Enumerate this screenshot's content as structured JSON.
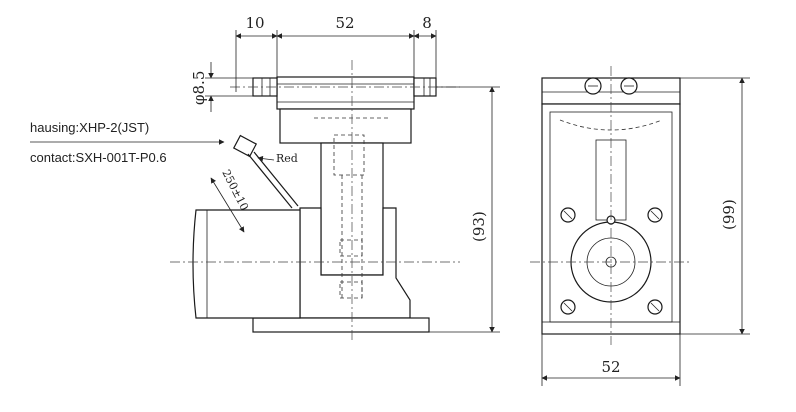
{
  "notes": {
    "housing": "hausing:XHP-2(JST)",
    "contact": "contact:SXH-001T-P0.6"
  },
  "wire": {
    "color_label": "Red",
    "length_label": "250±10"
  },
  "dimensions": {
    "top_left": "10",
    "top_middle": "52",
    "top_right": "8",
    "port_diameter": "φ8.5",
    "front_height": "(93)",
    "side_height": "(99)",
    "side_width": "52"
  }
}
